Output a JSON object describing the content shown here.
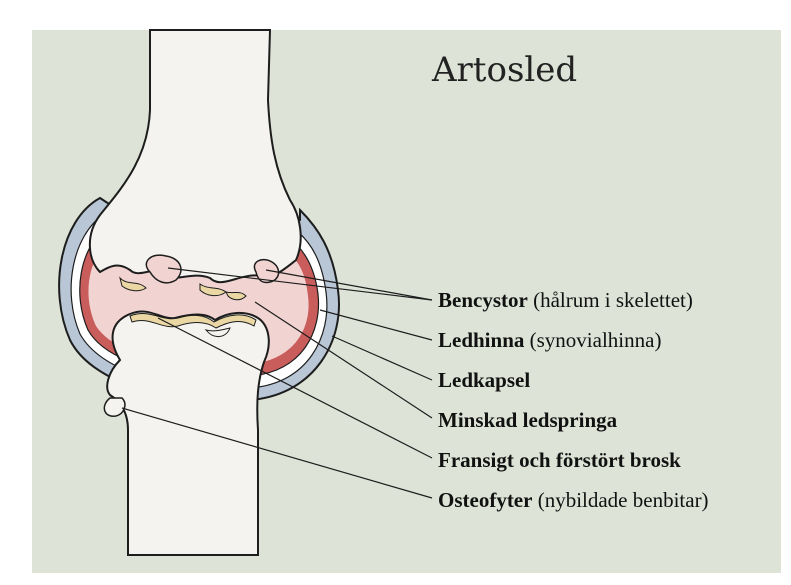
{
  "diagram": {
    "title": "Artosled",
    "labels": [
      {
        "bold": "Bencystor",
        "normal": " (hålrum i skelettet)"
      },
      {
        "bold": "Ledhinna",
        "normal": " (synovialhinna)"
      },
      {
        "bold": "Ledkapsel",
        "normal": ""
      },
      {
        "bold": "Minskad ledspringa",
        "normal": ""
      },
      {
        "bold": "Fransigt och förstört brosk",
        "normal": ""
      },
      {
        "bold": "Osteofyter",
        "normal": " (nybildade benbitar)"
      }
    ]
  },
  "colors": {
    "background": "#dde4d7",
    "bone": "#f4f3ef",
    "capsule": "#b8c6d6",
    "synovium": "#c95d5b",
    "joint_fluid": "#f1d4d2",
    "cartilage": "#ead7a3",
    "outline": "#1d1d1d"
  }
}
